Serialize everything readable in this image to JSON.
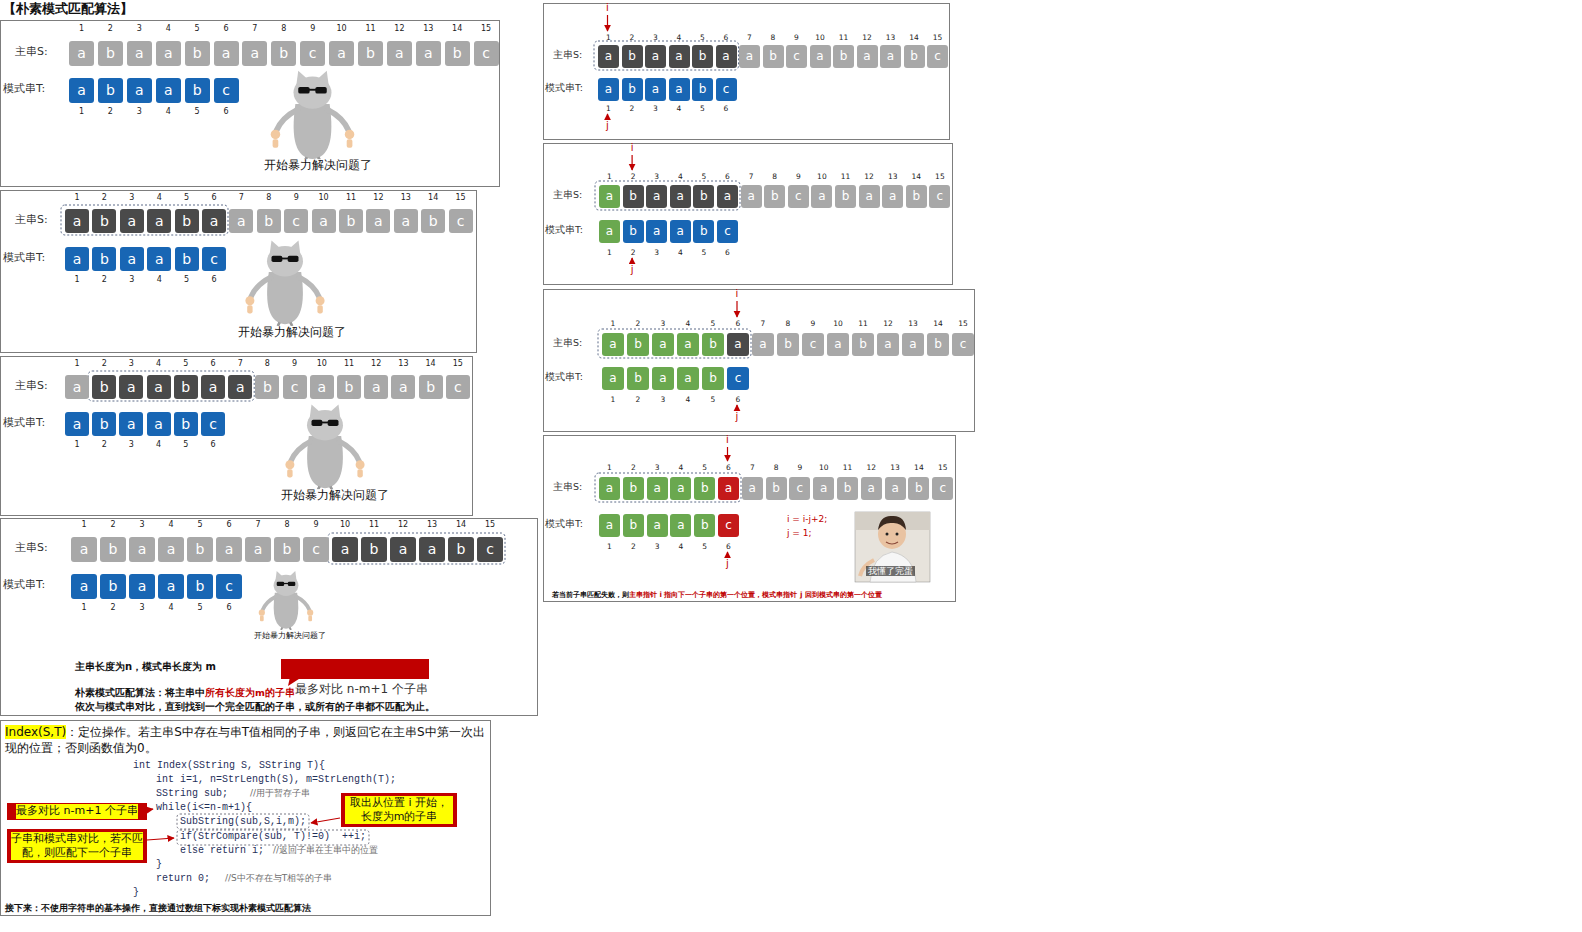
{
  "diagram": {
    "title": "【朴素模式匹配算法】",
    "nodes": [
      {
        "text": [
          "主串S:",
          "模式串T:"
        ]
      },
      {
        "text": [
          "1",
          "a"
        ],
        "in": 0
      },
      {
        "text": [
          "2",
          "b"
        ],
        "in": 0
      },
      {
        "text": [
          "3",
          "a"
        ],
        "in": 0
      },
      {
        "text": [
          "4",
          "a"
        ],
        "in": 0
      },
      {
        "text": [
          "5",
          "b"
        ],
        "in": 0
      },
      {
        "text": [
          "6",
          "a"
        ],
        "in": 0
      },
      {
        "text": [
          "7",
          "a"
        ],
        "in": 0
      },
      {
        "text": [
          "8",
          "b"
        ],
        "in": 0
      },
      {
        "text": [
          "9",
          "c"
        ],
        "in": 0
      },
      {
        "text": [
          "10",
          "a"
        ],
        "in": 0
      },
      {
        "text": [
          "11",
          "b"
        ],
        "in": 0
      },
      {
        "text": [
          "12",
          "a"
        ],
        "in": 0
      },
      {
        "text": [
          "13",
          "a"
        ],
        "in": 0
      },
      {
        "text": [
          "14",
          "b"
        ],
        "in": 0
      },
      {
        "text": [
          "15",
          "c"
        ],
        "in": 0
      },
      {
        "text": [
          "a",
          "1"
        ],
        "in": 0
      },
      {
        "text": [
          "b",
          "2"
        ],
        "in": 0
      },
      {
        "text": [
          "a",
          "3"
        ],
        "in": 0
      },
      {
        "text": [
          "a",
          "4"
        ],
        "in": 0
      },
      {
        "text": [
          "b",
          "5"
        ],
        "in": 0
      },
      {
        "text": [
          "c",
          "6"
        ],
        "in": 0
      },
      {
        "text": [
          "主串S:",
          "模式串T:"
        ]
      },
      {
        "text": [
          "1",
          "a"
        ],
        "in": 22
      },
      {
        "text": [
          "2",
          "b"
        ],
        "in": 22
      },
      {
        "text": [
          "3",
          "a"
        ],
        "in": 22
      },
      {
        "text": [
          "4",
          "a"
        ],
        "in": 22
      },
      {
        "text": [
          "5",
          "b"
        ],
        "in": 22
      },
      {
        "text": [
          "6",
          "a"
        ],
        "in": 22
      },
      {
        "text": [
          "7",
          "a"
        ],
        "in": 22
      },
      {
        "text": [
          "8",
          "b"
        ],
        "in": 22
      },
      {
        "text": [
          "9",
          "c"
        ],
        "in": 22
      },
      {
        "text": [
          "10",
          "a"
        ],
        "in": 22
      },
      {
        "text": [
          "11",
          "b"
        ],
        "in": 22
      },
      {
        "text": [
          "12",
          "a"
        ],
        "in": 22
      },
      {
        "text": [
          "13",
          "a"
        ],
        "in": 22
      },
      {
        "text": [
          "14",
          "b"
        ],
        "in": 22
      },
      {
        "text": [
          "15",
          "c"
        ],
        "in": 22
      },
      {
        "text": [
          "a",
          "1"
        ],
        "in": 22
      },
      {
        "text": [
          "b",
          "2"
        ],
        "in": 22
      },
      {
        "text": [
          "a",
          "3"
        ],
        "in": 22
      },
      {
        "text": [
          "a",
          "4"
        ],
        "in": 22
      },
      {
        "text": [
          "b",
          "5"
        ],
        "in": 22
      },
      {
        "text": [
          "c",
          "6"
        ],
        "in": 22
      },
      {
        "text": [
          "主串S:",
          "模式串T:"
        ]
      },
      {
        "text": [
          "1",
          "a"
        ],
        "in": 44
      },
      {
        "text": [
          "2",
          "b"
        ],
        "in": 44
      },
      {
        "text": [
          "3",
          "a"
        ],
        "in": 44
      },
      {
        "text": [
          "4",
          "a"
        ],
        "in": 44
      },
      {
        "text": [
          "5",
          "b"
        ],
        "in": 44
      },
      {
        "text": [
          "6",
          "a"
        ],
        "in": 44
      },
      {
        "text": [
          "7",
          "a"
        ],
        "in": 44
      },
      {
        "text": [
          "8",
          "b"
        ],
        "in": 44
      },
      {
        "text": [
          "9",
          "c"
        ],
        "in": 44
      },
      {
        "text": [
          "10",
          "a"
        ],
        "in": 44
      },
      {
        "text": [
          "11",
          "b"
        ],
        "in": 44
      },
      {
        "text": [
          "12",
          "a"
        ],
        "in": 44
      },
      {
        "text": [
          "13",
          "a"
        ],
        "in": 44
      },
      {
        "text": [
          "14",
          "b"
        ],
        "in": 44
      },
      {
        "text": [
          "15",
          "c"
        ],
        "in": 44
      },
      {
        "text": [
          "a",
          "1"
        ],
        "in": 44
      },
      {
        "text": [
          "b",
          "2"
        ],
        "in": 44
      },
      {
        "text": [
          "a",
          "3"
        ],
        "in": 44
      },
      {
        "text": [
          "a",
          "4"
        ],
        "in": 44
      },
      {
        "text": [
          "b",
          "5"
        ],
        "in": 44
      },
      {
        "text": [
          "c",
          "6"
        ],
        "in": 44
      },
      {
        "text": [
          "主串S:",
          "模式串T:"
        ]
      },
      {
        "text": [
          "1",
          "a"
        ],
        "in": 66
      },
      {
        "text": [
          "2",
          "b"
        ],
        "in": 66
      },
      {
        "text": [
          "3",
          "a"
        ],
        "in": 66
      },
      {
        "text": [
          "4",
          "a"
        ],
        "in": 66
      },
      {
        "text": [
          "5",
          "b"
        ],
        "in": 66
      },
      {
        "text": [
          "6",
          "a"
        ],
        "in": 66
      },
      {
        "text": [
          "7",
          "a"
        ],
        "in": 66
      },
      {
        "text": [
          "8",
          "b"
        ],
        "in": 66
      },
      {
        "text": [
          "9",
          "c"
        ],
        "in": 66
      },
      {
        "text": [
          "10",
          "a"
        ],
        "in": 66
      },
      {
        "text": [
          "11",
          "b"
        ],
        "in": 66
      },
      {
        "text": [
          "12",
          "a"
        ],
        "in": 66
      },
      {
        "text": [
          "13",
          "a"
        ],
        "in": 66
      },
      {
        "text": [
          "14",
          "b"
        ],
        "in": 66
      },
      {
        "text": [
          "15",
          "c"
        ],
        "in": 66
      },
      {
        "text": [
          "a",
          "1"
        ],
        "in": 66
      },
      {
        "text": [
          "b",
          "2"
        ],
        "in": 66
      },
      {
        "text": [
          "a",
          "3"
        ],
        "in": 66
      },
      {
        "text": [
          "a",
          "4"
        ],
        "in": 66
      },
      {
        "text": [
          "b",
          "5"
        ],
        "in": 66
      },
      {
        "text": [
          "c",
          "6"
        ],
        "in": 66
      },
      {
        "text": [
          "最多对比 n-m+1 个子串"
        ],
        "in": 66
      },
      {
        "text": [
          "Index(S,T)",
          "：定位操作。若主串S中存在与串T值相同的子串，则返回它在主串S中第一次出现的位置；否则函数值为0。"
        ]
      },
      {
        "text": [
          "最多对比 n-m+1 个子串"
        ],
        "in": 89
      },
      {
        "text": [
          "取出从位置 i 开始，长度为m的子串"
        ],
        "in": 89
      },
      {
        "text": [
          "子串和模式串对比，若不匹配，则匹配下一个子串"
        ],
        "in": 89
      },
      {
        "text": [
          "主串S:",
          "模式串T:"
        ]
      },
      {
        "text": [
          "1",
          "a"
        ],
        "in": 93
      },
      {
        "text": [
          "2",
          "b"
        ],
        "in": 93
      },
      {
        "text": [
          "3",
          "a"
        ],
        "in": 93
      },
      {
        "text": [
          "4",
          "a"
        ],
        "in": 93
      },
      {
        "text": [
          "5",
          "b"
        ],
        "in": 93
      },
      {
        "text": [
          "6",
          "a"
        ],
        "in": 93
      },
      {
        "text": [
          "7",
          "a"
        ],
        "in": 93
      },
      {
        "text": [
          "8",
          "b"
        ],
        "in": 93
      },
      {
        "text": [
          "9",
          "c"
        ],
        "in": 93
      },
      {
        "text": [
          "10",
          "a"
        ],
        "in": 93
      },
      {
        "text": [
          "11",
          "b"
        ],
        "in": 93
      },
      {
        "text": [
          "12",
          "a"
        ],
        "in": 93
      },
      {
        "text": [
          "13",
          "a"
        ],
        "in": 93
      },
      {
        "text": [
          "14",
          "b"
        ],
        "in": 93
      },
      {
        "text": [
          "15",
          "c"
        ],
        "in": 93
      },
      {
        "text": [
          "a",
          "1"
        ],
        "in": 93
      },
      {
        "text": [
          "b",
          "2"
        ],
        "in": 93
      },
      {
        "text": [
          "a",
          "3"
        ],
        "in": 93
      },
      {
        "text": [
          "a",
          "4"
        ],
        "in": 93
      },
      {
        "text": [
          "b",
          "5"
        ],
        "in": 93
      },
      {
        "text": [
          "c",
          "6"
        ],
        "in": 93
      },
      {
        "text": [
          "主串S:",
          "模式串T:"
        ]
      },
      {
        "text": [
          "1",
          "a"
        ],
        "in": 115
      },
      {
        "text": [
          "2",
          "b"
        ],
        "in": 115
      },
      {
        "text": [
          "3",
          "a"
        ],
        "in": 115
      },
      {
        "text": [
          "4",
          "a"
        ],
        "in": 115
      },
      {
        "text": [
          "5",
          "b"
        ],
        "in": 115
      },
      {
        "text": [
          "6",
          "a"
        ],
        "in": 115
      },
      {
        "text": [
          "7",
          "a"
        ],
        "in": 115
      },
      {
        "text": [
          "8",
          "b"
        ],
        "in": 115
      },
      {
        "text": [
          "9",
          "c"
        ],
        "in": 115
      },
      {
        "text": [
          "10",
          "a"
        ],
        "in": 115
      },
      {
        "text": [
          "11",
          "b"
        ],
        "in": 115
      },
      {
        "text": [
          "12",
          "a"
        ],
        "in": 115
      },
      {
        "text": [
          "13",
          "a"
        ],
        "in": 115
      },
      {
        "text": [
          "14",
          "b"
        ],
        "in": 115
      },
      {
        "text": [
          "15",
          "c"
        ],
        "in": 115
      },
      {
        "text": [
          "a",
          "1"
        ],
        "in": 115
      },
      {
        "text": [
          "b",
          "2"
        ],
        "in": 115
      },
      {
        "text": [
          "a",
          "3"
        ],
        "in": 115
      },
      {
        "text": [
          "a",
          "4"
        ],
        "in": 115
      },
      {
        "text": [
          "b",
          "5"
        ],
        "in": 115
      },
      {
        "text": [
          "c",
          "6"
        ],
        "in": 115
      },
      {
        "text": [
          "主串S:",
          "模式串T:"
        ]
      },
      {
        "text": [
          "1",
          "a"
        ],
        "in": 137
      },
      {
        "text": [
          "2",
          "b"
        ],
        "in": 137
      },
      {
        "text": [
          "3",
          "a"
        ],
        "in": 137
      },
      {
        "text": [
          "4",
          "a"
        ],
        "in": 137
      },
      {
        "text": [
          "5",
          "b"
        ],
        "in": 137
      },
      {
        "text": [
          "6",
          "a"
        ],
        "in": 137
      },
      {
        "text": [
          "7",
          "a"
        ],
        "in": 137
      },
      {
        "text": [
          "8",
          "b"
        ],
        "in": 137
      },
      {
        "text": [
          "9",
          "c"
        ],
        "in": 137
      },
      {
        "text": [
          "10",
          "a"
        ],
        "in": 137
      },
      {
        "text": [
          "11",
          "b"
        ],
        "in": 137
      },
      {
        "text": [
          "12",
          "a"
        ],
        "in": 137
      },
      {
        "text": [
          "13",
          "a"
        ],
        "in": 137
      },
      {
        "text": [
          "14",
          "b"
        ],
        "in": 137
      },
      {
        "text": [
          "15",
          "c"
        ],
        "in": 137
      },
      {
        "text": [
          "a",
          "1"
        ],
        "in": 137
      },
      {
        "text": [
          "b",
          "2"
        ],
        "in": 137
      },
      {
        "text": [
          "a",
          "3"
        ],
        "in": 137
      },
      {
        "text": [
          "a",
          "4"
        ],
        "in": 137
      },
      {
        "text": [
          "b",
          "5"
        ],
        "in": 137
      },
      {
        "text": [
          "c",
          "6"
        ],
        "in": 137
      },
      {
        "text": [
          "主串S:",
          "模式串T:"
        ]
      },
      {
        "text": [
          "1",
          "a"
        ],
        "in": 159
      },
      {
        "text": [
          "2",
          "b"
        ],
        "in": 159
      },
      {
        "text": [
          "3",
          "a"
        ],
        "in": 159
      },
      {
        "text": [
          "4",
          "a"
        ],
        "in": 159
      },
      {
        "text": [
          "5",
          "b"
        ],
        "in": 159
      },
      {
        "text": [
          "6",
          "a"
        ],
        "in": 159
      },
      {
        "text": [
          "7",
          "a"
        ],
        "in": 159
      },
      {
        "text": [
          "8",
          "b"
        ],
        "in": 159
      },
      {
        "text": [
          "9",
          "c"
        ],
        "in": 159
      },
      {
        "text": [
          "10",
          "a"
        ],
        "in": 159
      },
      {
        "text": [
          "11",
          "b"
        ],
        "in": 159
      },
      {
        "text": [
          "12",
          "a"
        ],
        "in": 159
      },
      {
        "text": [
          "13",
          "a"
        ],
        "in": 159
      },
      {
        "text": [
          "14",
          "b"
        ],
        "in": 159
      },
      {
        "text": [
          "15",
          "c"
        ],
        "in": 159
      },
      {
        "text": [
          "a",
          "1"
        ],
        "in": 159
      },
      {
        "text": [
          "b",
          "2"
        ],
        "in": 159
      },
      {
        "text": [
          "a",
          "3"
        ],
        "in": 159
      },
      {
        "text": [
          "a",
          "4"
        ],
        "in": 159
      },
      {
        "text": [
          "b",
          "5"
        ],
        "in": 159
      },
      {
        "text": [
          "c",
          "6"
        ],
        "in": 159
      }
    ],
    "labels": [
      "开始暴力解决问题了",
      "开始暴力解决问题了",
      "开始暴力解决问题了",
      "开始暴力解决问题了",
      "主串长度为n，模式串长度为 m",
      "朴素模式匹配算法：将主串中",
      "所有长度为m的子串",
      "依次与模式串对比，直到找到一个完全匹配的子串，或所有的子串都不匹配为止。",
      "int Index(SString S, SString T){",
      "int i=1, n=StrLength(S), m=StrLength(T);",
      "SString sub;",
      "//用于暂存子串",
      "while(i<=n-m+1){",
      "SubString(sub,S,i,m);",
      "if(StrCompare(sub, T)!=0)  ++i;",
      "else return i;",
      "//返回子串在主串中的位置",
      "}",
      "return 0;",
      "//S中不存在与T相等的子串",
      "}",
      "接下来：不使用字符串的基本操作，直接通过数组下标实现朴素模式匹配算法",
      "i",
      "j",
      "i",
      "j",
      "i",
      "j",
      "i",
      "j",
      "i = i-j+2;",
      "j = 1;",
      "我懂了完蛋",
      "若当前子串匹配失败，则",
      "主串指针 i 指向下一个子串的第一个位置，模式串指针 j 回到模式串的第一个位置"
    ]
  }
}
